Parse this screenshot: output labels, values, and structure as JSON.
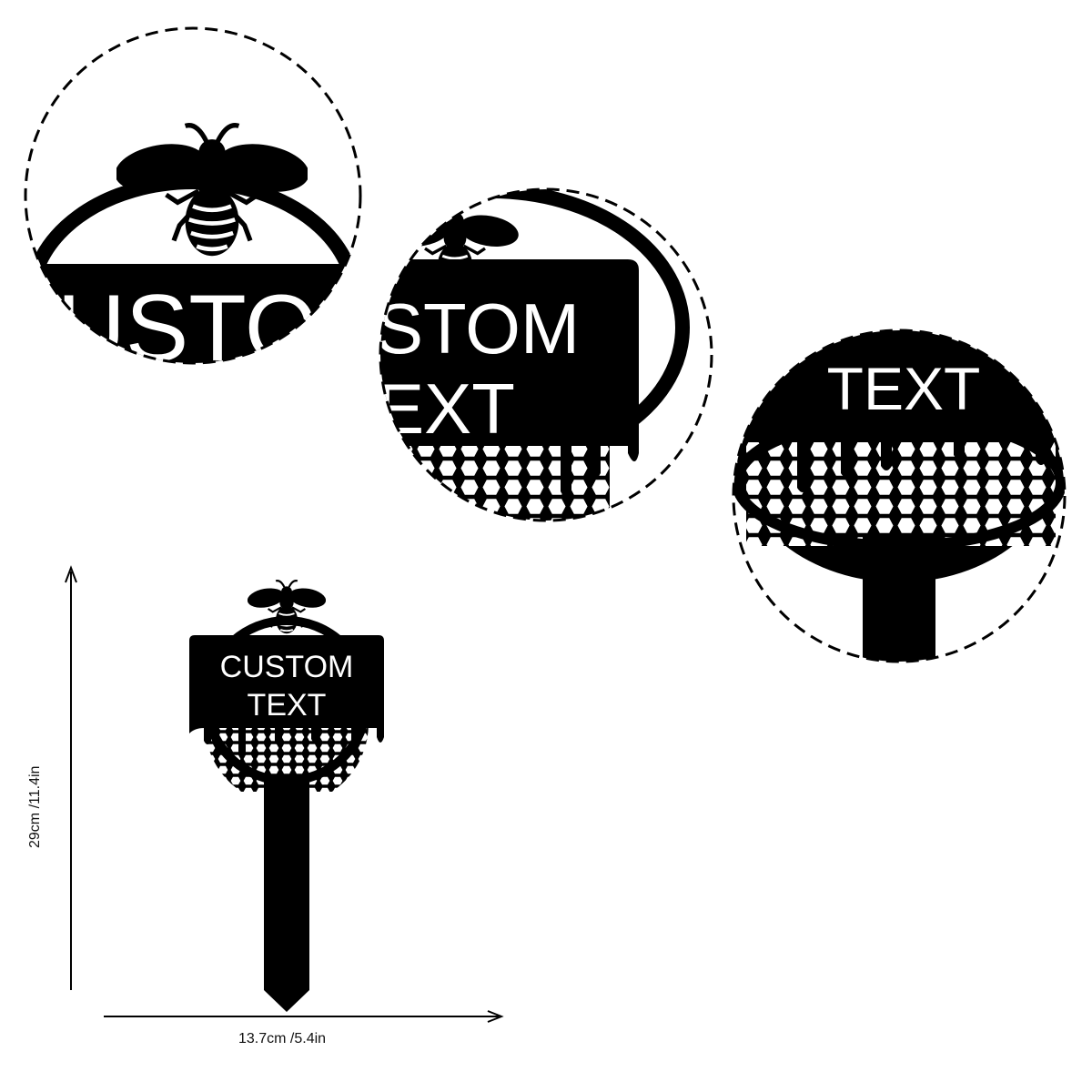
{
  "product": {
    "sign_text_line1": "CUSTOM",
    "sign_text_line2": "TEXT",
    "zoom1_text": "CUSTOM",
    "zoom2_text_line1": "STOM",
    "zoom2_text_line2": "EXT",
    "zoom3_text": "TEXT"
  },
  "dimensions": {
    "width_label": "13.7cm /5.4in",
    "height_label": "29cm /11.4in"
  },
  "colors": {
    "ink": "#000000",
    "background": "#ffffff"
  }
}
